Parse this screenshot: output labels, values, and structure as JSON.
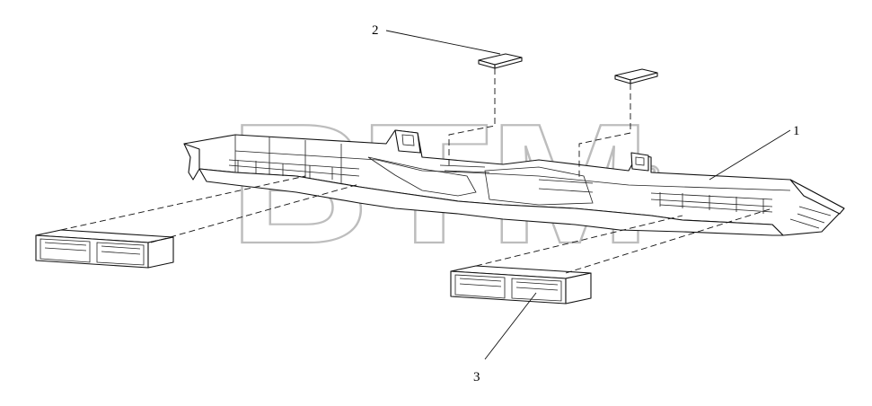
{
  "watermark": {
    "text": "BTM",
    "registered_mark": "®"
  },
  "callouts": [
    {
      "id": "1",
      "label": "1"
    },
    {
      "id": "2",
      "label": "2"
    },
    {
      "id": "3",
      "label": "3"
    }
  ],
  "colors": {
    "line": "#111111",
    "watermark": "#bdbdbd",
    "background": "#ffffff"
  }
}
